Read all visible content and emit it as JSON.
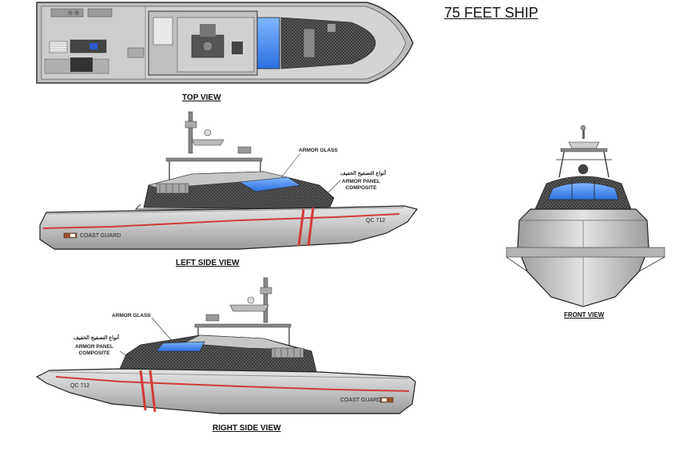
{
  "title": "75 FEET SHIP",
  "views": {
    "top": "TOP VIEW",
    "left": "LEFT SIDE VIEW",
    "right": "RIGHT SIDE VIEW",
    "front": "FRONT VIEW"
  },
  "labels": {
    "armor_glass": "ARMOR GLASS",
    "arabic": "أنواع التصفيح الخفيف",
    "armor_panel_1": "ARMOR PANEL",
    "armor_panel_2": "COMPOSITE",
    "hull_code": "QC 712",
    "coast_guard": "COAST GUARD"
  },
  "colors": {
    "hull": "#c8c8c8",
    "stripe": "#d23a3a",
    "glass": "#3a7fe0",
    "mesh": "#3c3c3c"
  }
}
